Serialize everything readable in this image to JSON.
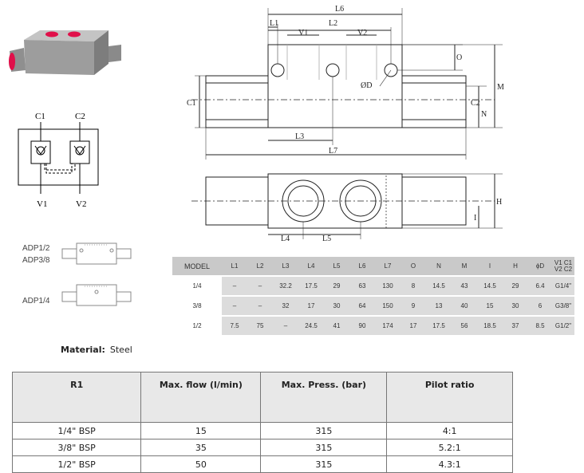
{
  "schematic": {
    "c1": "C1",
    "c2": "C2",
    "v1": "V1",
    "v2": "V2"
  },
  "variants": {
    "adp12": "ADP1/2",
    "adp38": "ADP3/8",
    "adp14": "ADP1/4"
  },
  "drawing_labels": {
    "l1": "L1",
    "l2": "L2",
    "l3": "L3",
    "l4": "L4",
    "l5": "L5",
    "l6": "L6",
    "l7": "L7",
    "v1": "V1",
    "v2": "V2",
    "c1": "C1",
    "c2": "C2",
    "o": "O",
    "m": "M",
    "n": "N",
    "d": "ØD",
    "i": "I",
    "h": "H"
  },
  "dims_table": {
    "headers": [
      "MODEL",
      "L1",
      "L2",
      "L3",
      "L4",
      "L5",
      "L6",
      "L7",
      "O",
      "N",
      "M",
      "I",
      "H",
      "ϕD",
      "V1 C1|V2 C2"
    ],
    "rows": [
      [
        "1/4",
        "–",
        "–",
        "32.2",
        "17.5",
        "29",
        "63",
        "130",
        "8",
        "14.5",
        "43",
        "14.5",
        "29",
        "6.4",
        "G1/4\""
      ],
      [
        "3/8",
        "–",
        "–",
        "32",
        "17",
        "30",
        "64",
        "150",
        "9",
        "13",
        "40",
        "15",
        "30",
        "6",
        "G3/8\""
      ],
      [
        "1/2",
        "7.5",
        "75",
        "–",
        "24.5",
        "41",
        "90",
        "174",
        "17",
        "17.5",
        "56",
        "18.5",
        "37",
        "8.5",
        "G1/2\""
      ]
    ]
  },
  "material": {
    "label": "Material:",
    "value": "Steel"
  },
  "spec_table": {
    "headers": [
      "R1",
      "Max. flow (l/min)",
      "Max. Press. (bar)",
      "Pilot ratio"
    ],
    "rows": [
      [
        "1/4\" BSP",
        "15",
        "315",
        "4:1"
      ],
      [
        "3/8\" BSP",
        "35",
        "315",
        "5.2:1"
      ],
      [
        "1/2\" BSP",
        "50",
        "315",
        "4.3:1"
      ]
    ]
  },
  "colors": {
    "body": "#a9a9a9",
    "port": "#e0104a",
    "table_head": "#c9c9c9",
    "table_cell": "#dcdcdc"
  }
}
